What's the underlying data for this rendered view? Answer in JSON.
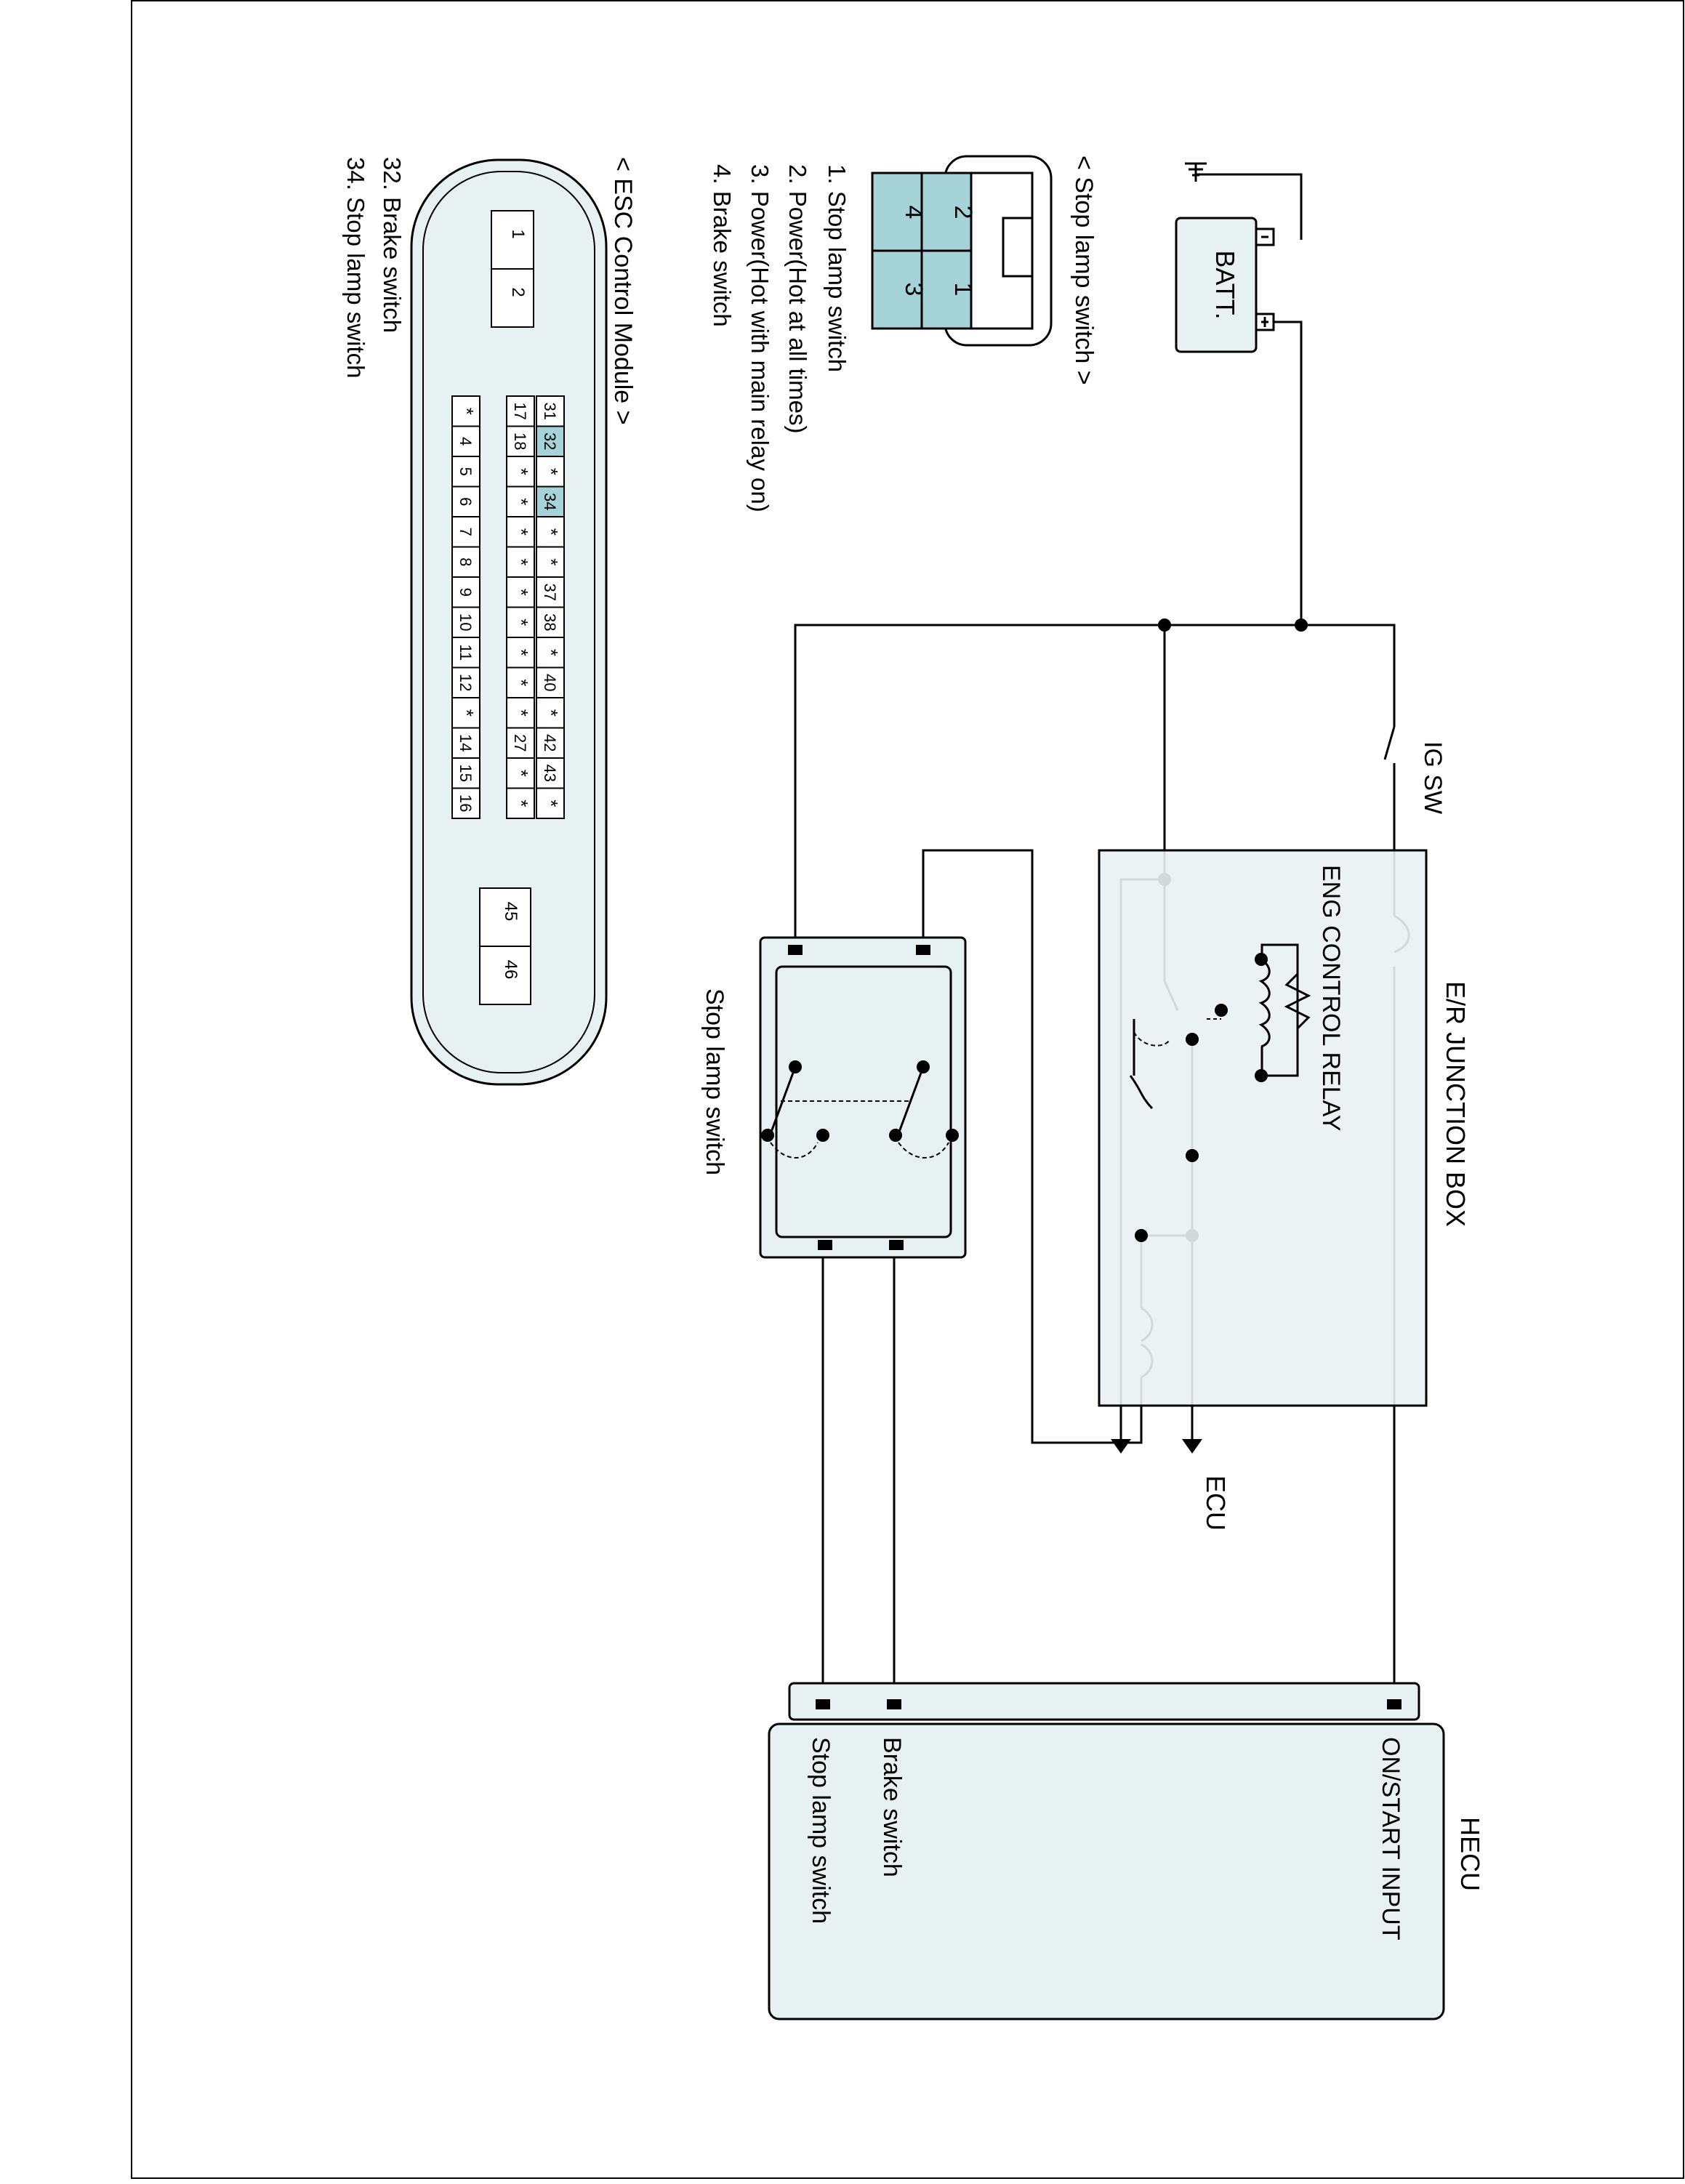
{
  "batt": {
    "label": "BATT.",
    "minus": "-",
    "plus": "+"
  },
  "ig_sw": "IG SW",
  "junction_box": {
    "title": "E/R JUNCTION BOX",
    "relay": "ENG  CONTROL RELAY",
    "ecu": "ECU"
  },
  "stop_lamp_switch_title": "Stop lamp switch",
  "hecu": {
    "title": "HECU",
    "on_start": "ON/START INPUT",
    "brake": "Brake switch",
    "stop": "Stop lamp switch"
  },
  "stop_lamp_connector": {
    "title": "< Stop lamp switch >",
    "pins": [
      "2",
      "1",
      "4",
      "3"
    ],
    "legend": [
      "1. Stop lamp switch",
      "2. Power(Hot at all times)",
      "3. Power(Hot with main relay on)",
      "4. Brake switch"
    ]
  },
  "esc_module": {
    "title": "< ESC Control Module >",
    "big_pins": [
      "1",
      "2"
    ],
    "row1": [
      "31",
      "32",
      "*",
      "34",
      "*",
      "*",
      "37",
      "38",
      "*",
      "40",
      "*",
      "42",
      "43",
      "*"
    ],
    "row2": [
      "17",
      "18",
      "*",
      "*",
      "*",
      "*",
      "*",
      "*",
      "*",
      "*",
      "*",
      "27",
      "*",
      "*"
    ],
    "row3": [
      "*",
      "4",
      "5",
      "6",
      "7",
      "8",
      "9",
      "10",
      "11",
      "12",
      "*",
      "14",
      "15",
      "16"
    ],
    "right_pins": [
      "45",
      "46"
    ],
    "legend": [
      "32. Brake switch",
      "34. Stop lamp switch"
    ]
  },
  "colors": {
    "box_fill": "#e8f1f2",
    "pin_highlight": "#a6d3d8",
    "line": "#000000"
  }
}
